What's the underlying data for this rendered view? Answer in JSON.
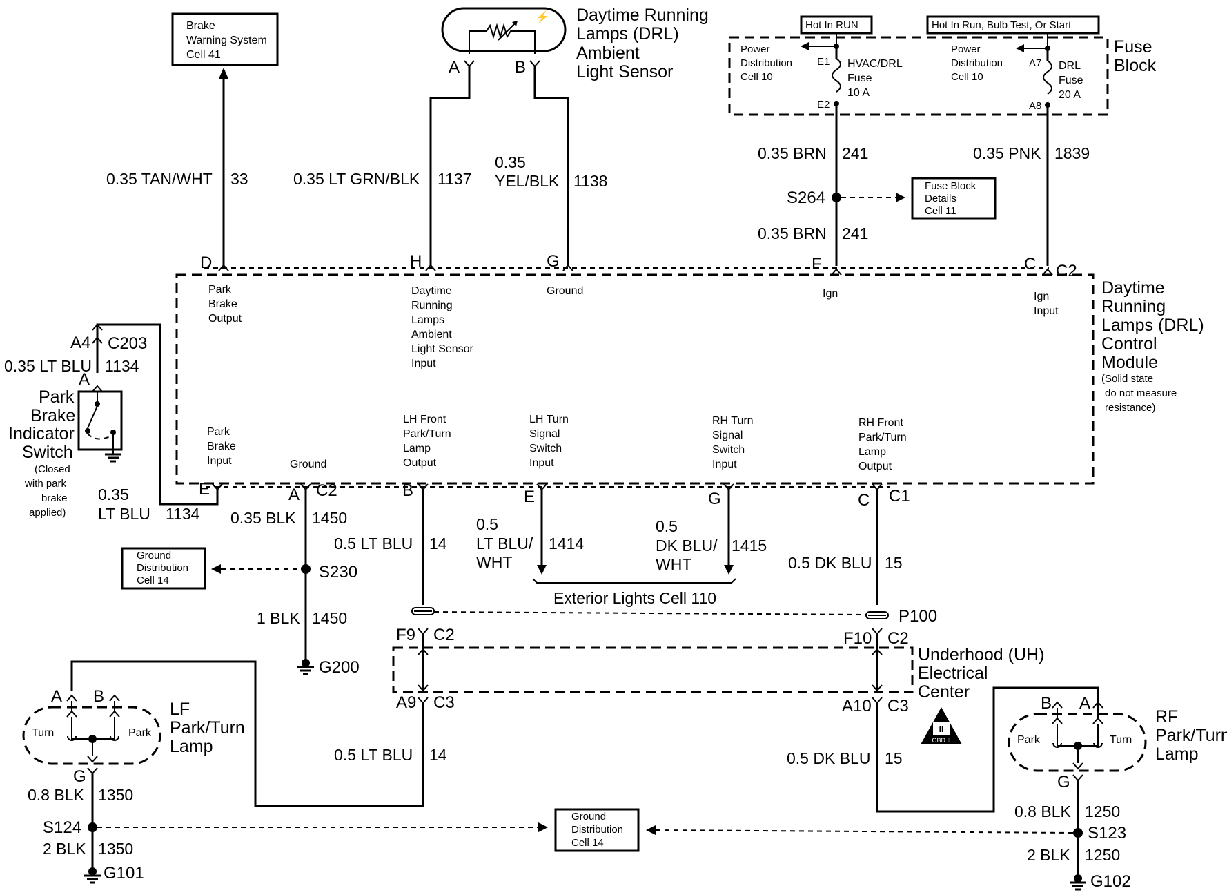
{
  "components": {
    "brake_warning": [
      "Brake",
      "Warning System",
      "Cell 41"
    ],
    "drl_sensor": [
      "Daytime Running",
      "Lamps (DRL)",
      "Ambient",
      "Light Sensor"
    ],
    "hot_run": "Hot In RUN",
    "hot_run_bulb": "Hot In Run, Bulb Test, Or Start",
    "power_dist_1": [
      "Power",
      "Distribution",
      "Cell 10"
    ],
    "power_dist_2": [
      "Power",
      "Distribution",
      "Cell 10"
    ],
    "hvac_fuse": [
      "HVAC/DRL",
      "Fuse",
      "10 A"
    ],
    "drl_fuse": [
      "DRL",
      "Fuse",
      "20 A"
    ],
    "fuse_block": [
      "Fuse",
      "Block"
    ],
    "fuse_block_details": [
      "Fuse Block",
      "Details",
      "Cell 11"
    ],
    "drl_module": [
      "Daytime",
      "Running",
      "Lamps (DRL)",
      "Control",
      "Module"
    ],
    "drl_module_note": [
      "(Solid state",
      "do not measure",
      "resistance)"
    ],
    "park_brake_switch": [
      "Park",
      "Brake",
      "Indicator",
      "Switch"
    ],
    "park_brake_note": [
      "(Closed",
      "with park",
      "brake",
      "applied)"
    ],
    "ground_dist_1": [
      "Ground",
      "Distribution",
      "Cell 14"
    ],
    "ground_dist_2": [
      "Ground",
      "Distribution",
      "Cell 14"
    ],
    "exterior_lights": "Exterior Lights Cell 110",
    "uh_center": [
      "Underhood (UH)",
      "Electrical",
      "Center"
    ],
    "obd": "OBD II",
    "lf_lamp": [
      "LF",
      "Park/Turn",
      "Lamp"
    ],
    "rf_lamp": [
      "RF",
      "Park/Turn",
      "Lamp"
    ],
    "lf_turn": "Turn",
    "lf_park": "Park",
    "rf_park": "Park",
    "rf_turn": "Turn"
  },
  "module_pins": {
    "park_brake_output": [
      "Park",
      "Brake",
      "Output"
    ],
    "drl_sensor_input": [
      "Daytime",
      "Running",
      "Lamps",
      "Ambient",
      "Light Sensor",
      "Input"
    ],
    "ground_top": [
      "Ground"
    ],
    "ign": [
      "Ign"
    ],
    "ign_input": [
      "Ign",
      "Input"
    ],
    "park_brake_input": [
      "Park",
      "Brake",
      "Input"
    ],
    "ground_bottom": [
      "Ground"
    ],
    "lh_front": [
      "LH Front",
      "Park/Turn",
      "Lamp",
      "Output"
    ],
    "lh_turn": [
      "LH Turn",
      "Signal",
      "Switch",
      "Input"
    ],
    "rh_turn": [
      "RH Turn",
      "Signal",
      "Switch",
      "Input"
    ],
    "rh_front": [
      "RH Front",
      "Park/Turn",
      "Lamp",
      "Output"
    ]
  },
  "wires": {
    "w33": [
      "0.35 TAN/WHT",
      "33"
    ],
    "w1137": [
      "0.35 LT GRN/BLK",
      "1137"
    ],
    "w1138_size": "0.35",
    "w1138": [
      "YEL/BLK",
      "1138"
    ],
    "w241a": [
      "0.35 BRN",
      "241"
    ],
    "w241b": [
      "0.35 BRN",
      "241"
    ],
    "w1839": [
      "0.35 PNK",
      "1839"
    ],
    "w1134a": [
      "0.35 LT BLU",
      "1134"
    ],
    "w1134b_size": "0.35",
    "w1134b": [
      "LT BLU",
      "1134"
    ],
    "w1450a": [
      "0.35 BLK",
      "1450"
    ],
    "w1450b": [
      "1 BLK",
      "1450"
    ],
    "w14a": [
      "0.5 LT BLU",
      "14"
    ],
    "w14b": [
      "0.5 LT BLU",
      "14"
    ],
    "w1414_size": "0.5",
    "w1414": [
      "LT BLU/",
      "WHT",
      "1414"
    ],
    "w1415_size": "0.5",
    "w1415": [
      "DK BLU/",
      "WHT",
      "1415"
    ],
    "w15a": [
      "0.5 DK BLU",
      "15"
    ],
    "w15b": [
      "0.5 DK BLU",
      "15"
    ],
    "w1350a": [
      "0.8 BLK",
      "1350"
    ],
    "w1350b": [
      "2 BLK",
      "1350"
    ],
    "w1250a": [
      "0.8 BLK",
      "1250"
    ],
    "w1250b": [
      "2 BLK",
      "1250"
    ]
  },
  "connectors": {
    "sensor_a": "A",
    "sensor_b": "B",
    "e1": "E1",
    "e2": "E2",
    "a7": "A7",
    "a8": "A8",
    "d": "D",
    "h": "H",
    "g": "G",
    "f": "F",
    "c": "C",
    "c2_top": "C2",
    "a4": "A4",
    "c203": "C203",
    "switch_a": "A",
    "e": "E",
    "a_gnd": "A",
    "c2_gnd": "C2",
    "b": "B",
    "e_lh": "E",
    "g_rh": "G",
    "c_rh": "C",
    "c1": "C1",
    "f9": "F9",
    "c2_f9": "C2",
    "f10": "F10",
    "c2_f10": "C2",
    "a9": "A9",
    "c3_a9": "C3",
    "a10": "A10",
    "c3_a10": "C3",
    "lf_a": "A",
    "lf_b": "B",
    "lf_g": "G",
    "rf_b": "B",
    "rf_a": "A",
    "rf_g": "G",
    "p100": "P100"
  },
  "splices": {
    "s264": "S264",
    "s230": "S230",
    "s124": "S124",
    "s123": "S123"
  },
  "grounds": {
    "g200": "G200",
    "g101": "G101",
    "g102": "G102"
  }
}
